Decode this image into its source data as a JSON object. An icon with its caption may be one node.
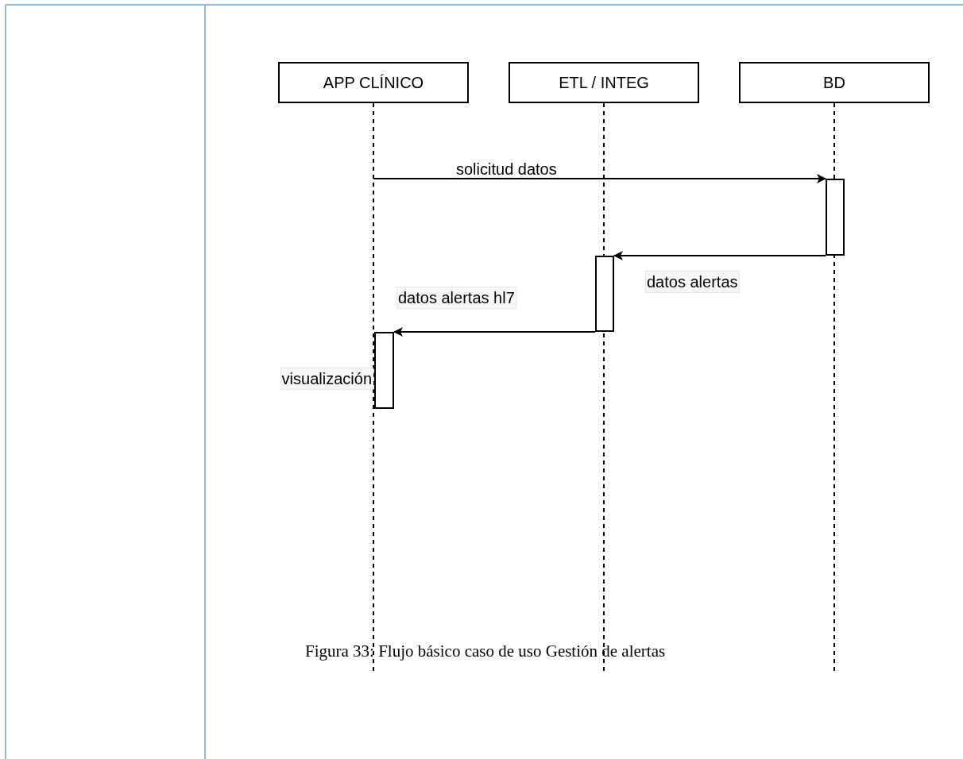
{
  "diagram": {
    "caption": "Figura 33: Flujo básico caso de uso Gestión de alertas",
    "nodes": [
      {
        "text": [
          "APP CLÍNICO"
        ]
      },
      {
        "text": [
          "ETL / INTEG"
        ]
      },
      {
        "text": [
          "BD"
        ]
      },
      {
        "text": [],
        "shape": "bar"
      },
      {
        "text": [],
        "shape": "bar"
      },
      {
        "text": [],
        "shape": "bar",
        "beside": [
          "visualización"
        ]
      }
    ],
    "edges": [
      {
        "from": 0,
        "to": null,
        "arrow": "none",
        "style": "dashed"
      },
      {
        "from": 1,
        "to": null,
        "arrow": "none",
        "style": "dashed"
      },
      {
        "from": 2,
        "to": null,
        "arrow": "none",
        "style": "dashed"
      },
      {
        "from": null,
        "to": 3,
        "arrow": "to",
        "label": "solicitud datos"
      },
      {
        "from": 3,
        "to": 4,
        "arrow": "to",
        "label": "datos alertas"
      },
      {
        "from": 4,
        "to": 5,
        "arrow": "to",
        "label": "datos alertas hl7"
      }
    ]
  }
}
